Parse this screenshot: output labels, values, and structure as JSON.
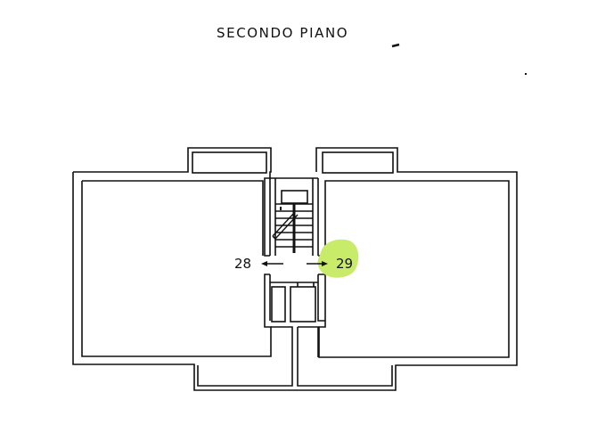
{
  "title": "SECONDO PIANO",
  "units": [
    {
      "id": "unit-left",
      "label": "28",
      "direction": "left",
      "highlighted": false
    },
    {
      "id": "unit-right",
      "label": "29",
      "direction": "right",
      "highlighted": true
    }
  ],
  "colors": {
    "line": "#111111",
    "highlight": "#c8ec6a",
    "background": "#ffffff"
  },
  "icons": {
    "arrow_left": "arrow-left-icon",
    "arrow_right": "arrow-right-icon",
    "staircase": "staircase-icon"
  }
}
